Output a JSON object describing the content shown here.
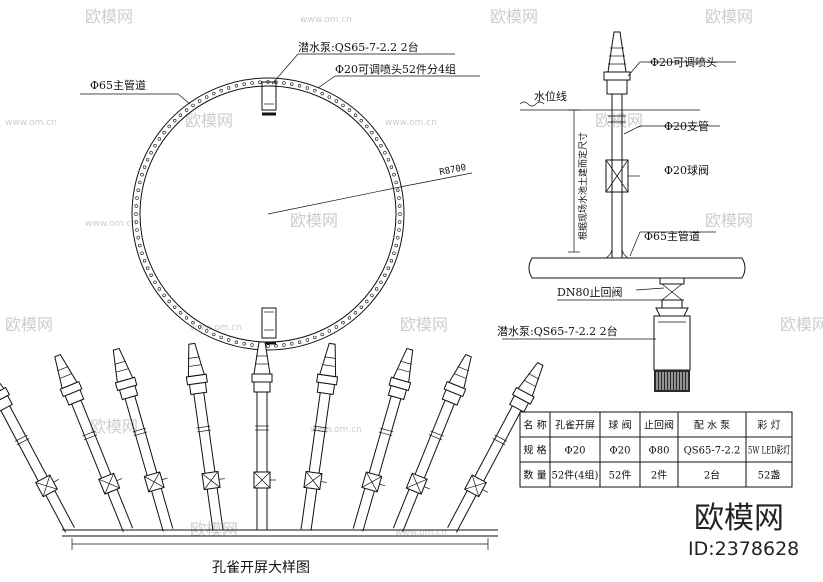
{
  "plan": {
    "main_pipe": "Φ65主管道",
    "pump": "潜水泵:QS65-7-2.2  2台",
    "nozzles": "Φ20可调喷头52件分4组",
    "radius": "R8700"
  },
  "section": {
    "nozzle": "Φ20可调喷头",
    "water_level": "水位线",
    "branch": "Φ20支管",
    "valve": "Φ20球阀",
    "vertical_note": "根据现场水池土建而定尺寸",
    "main_pipe": "Φ65主管道",
    "check_valve": "DN80止回阀",
    "pump": "潜水泵:QS65-7-2.2  2台"
  },
  "elevation": {
    "title": "孔雀开屏大样图"
  },
  "table": {
    "headers": [
      "名 称",
      "孔雀开屏",
      "球 阀",
      "止回阀",
      "配 水 泵",
      "彩    灯"
    ],
    "rows": [
      [
        "规 格",
        "Φ20",
        "Φ20",
        "Φ80",
        "QS65-7-2.2",
        "5W LED彩灯"
      ],
      [
        "数 量",
        "52件(4组)",
        "52件",
        "2件",
        "2台",
        "52盏"
      ]
    ]
  },
  "watermark": {
    "brand": "欧模网",
    "id": "ID:2378628",
    "site": "www.om.cn"
  }
}
